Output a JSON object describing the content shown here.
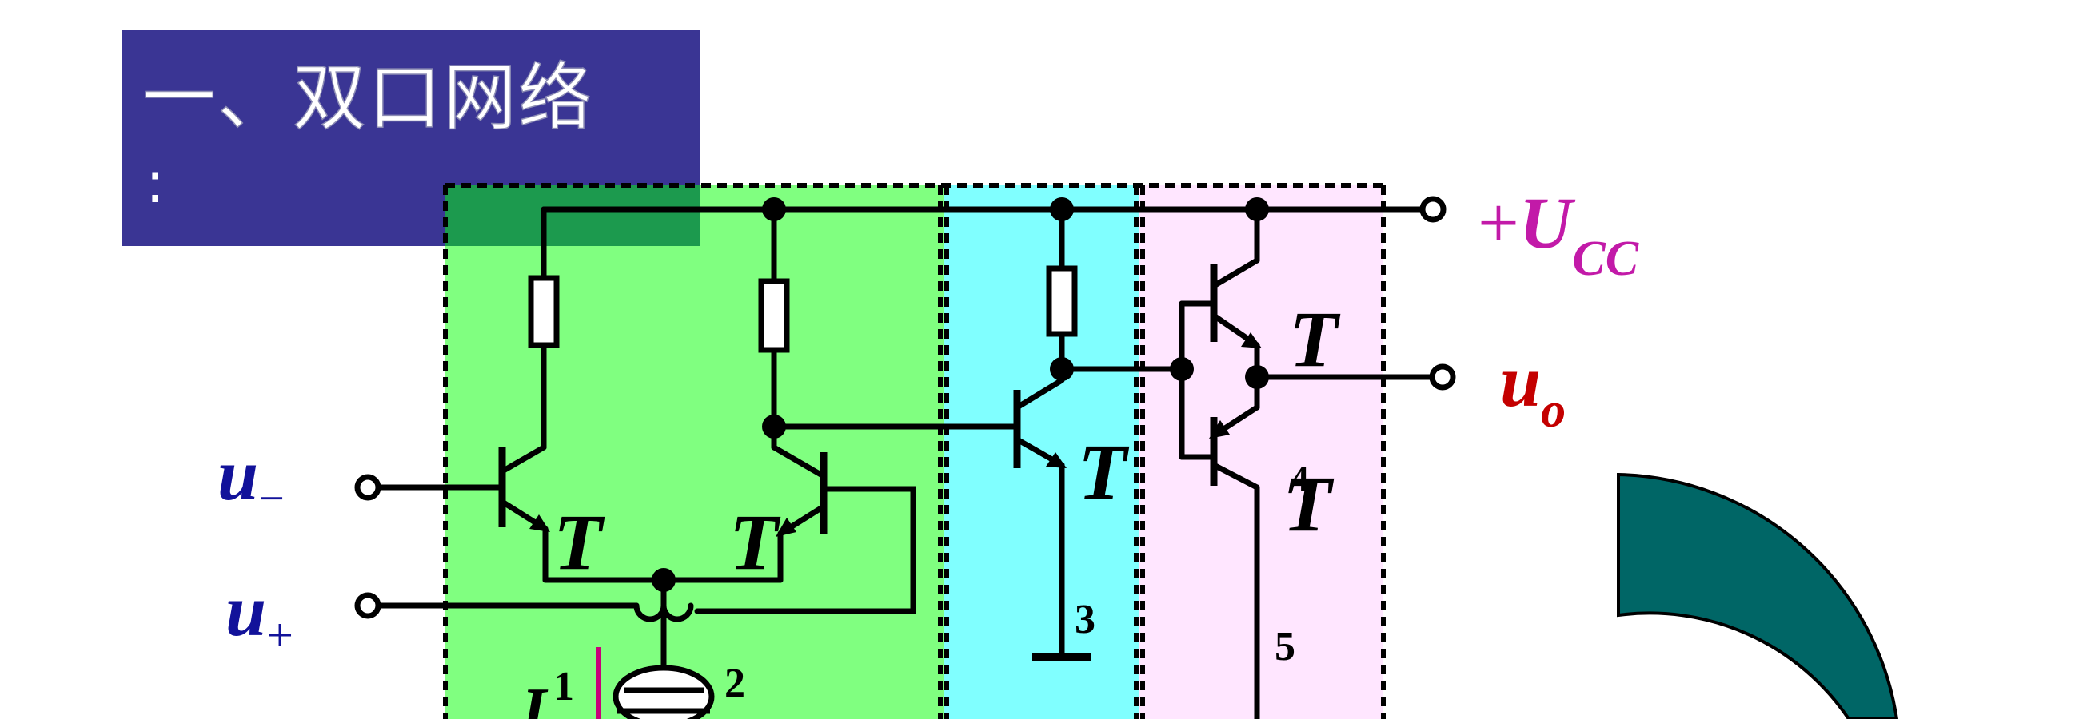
{
  "title": {
    "text": "一、双口网络",
    "colon": ":"
  },
  "labels": {
    "u_minus_main": "u",
    "u_minus_sub": "−",
    "u_plus_main": "u",
    "u_plus_sub": "+",
    "ucc_prefix": "+",
    "ucc_main": "U",
    "ucc_sub": "CC",
    "uo_main": "u",
    "uo_sub": "o",
    "t1": "T",
    "t2": "T",
    "t3": "T",
    "t4": "T",
    "t4_overlap": "4",
    "t5": "T",
    "i_partial": "I",
    "n1": "1",
    "n2": "2",
    "n3": "3",
    "n5": "5"
  },
  "colors": {
    "title_bg": "#3a3594",
    "section1_bg": "#80ff80",
    "section2_bg": "#80ffff",
    "section3_bg": "#ffe6ff",
    "overlap_green": "#1c9a4e",
    "wire": "#000000",
    "input_label": "#12129a",
    "ucc_label": "#c21aa8",
    "uo_label": "#c40000",
    "arc_fill": "#006666",
    "source_bar": "#c8007a"
  },
  "icons": {
    "terminals": "open-circle-terminal",
    "junctions": "filled-dot-junction",
    "resistors": "rectangle-resistor",
    "transistors": "bjt-transistor-symbol",
    "current_source": "current-source-symbol",
    "ground": "ground-bar"
  }
}
